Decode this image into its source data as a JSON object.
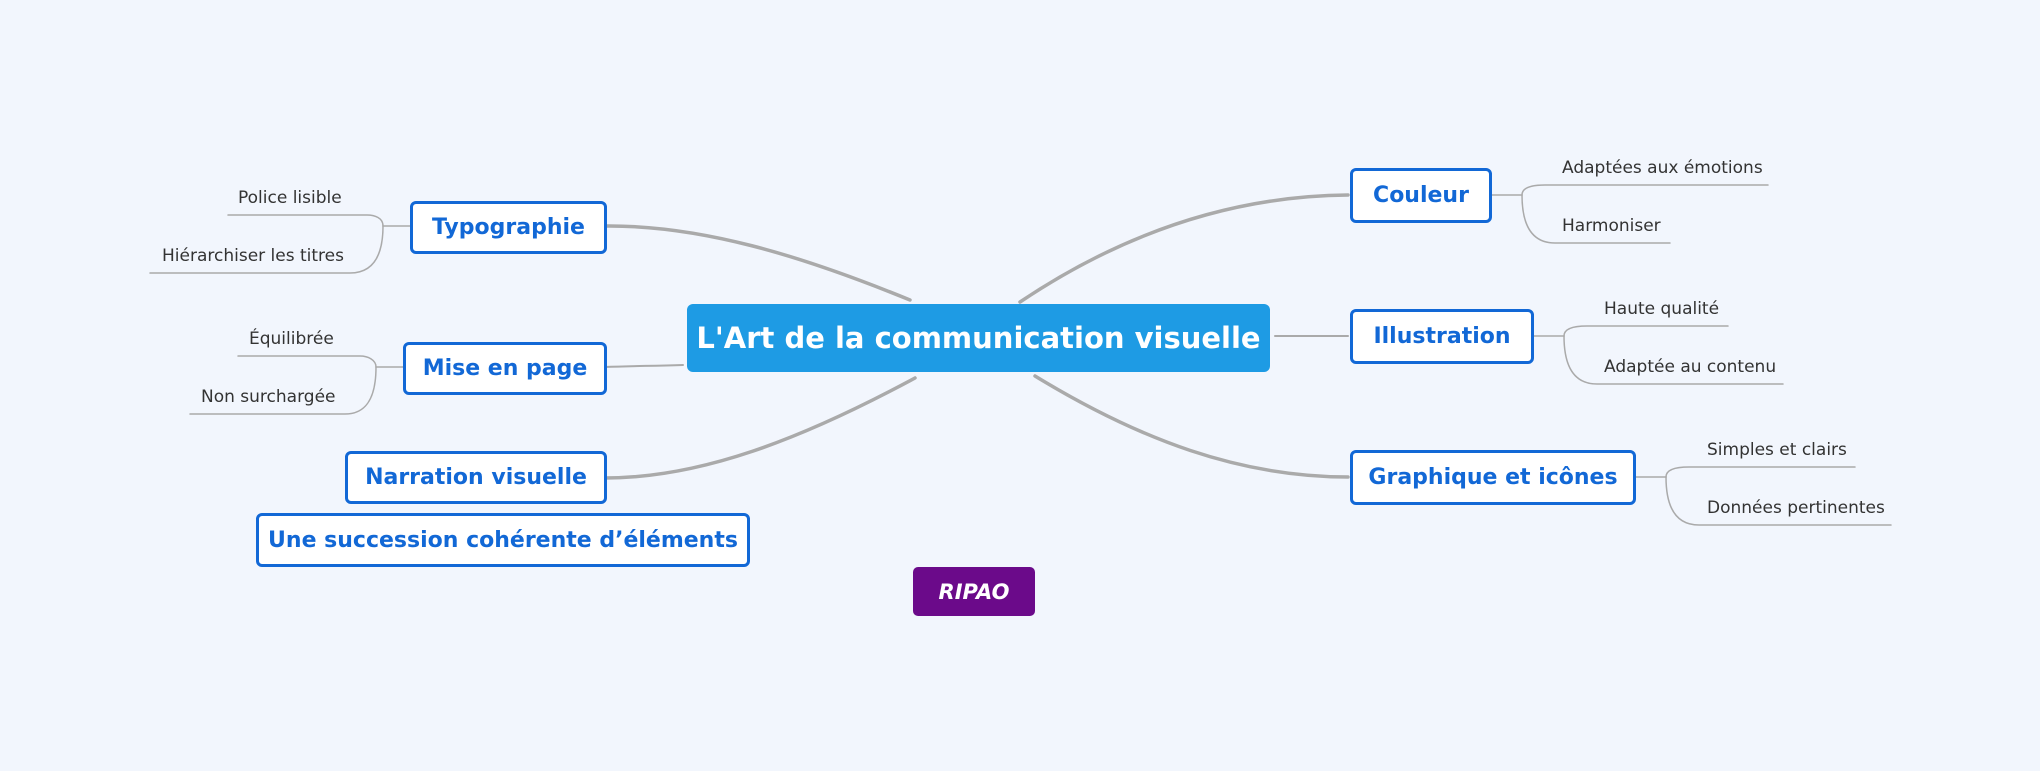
{
  "map": {
    "central_topic": "L'Art de la communication visuelle",
    "badge": "RIPAO",
    "left_branches": [
      {
        "label": "Typographie",
        "children": [
          "Police lisible",
          "Hiérarchiser les titres"
        ]
      },
      {
        "label": "Mise en page",
        "children": [
          "Équilibrée",
          "Non surchargée"
        ]
      },
      {
        "label": "Narration visuelle",
        "children": []
      }
    ],
    "right_branches": [
      {
        "label": "Couleur",
        "children": [
          "Adaptées aux émotions",
          "Harmoniser"
        ]
      },
      {
        "label": "Illustration",
        "children": [
          "Haute qualité",
          "Adaptée au contenu"
        ]
      },
      {
        "label": "Graphique et icônes",
        "children": [
          "Simples et clairs",
          "Données pertinentes"
        ]
      }
    ],
    "floating_topic": "Une succession cohérente d’éléments"
  },
  "colors": {
    "background": "#f2f6fd",
    "central_fill": "#1e9be4",
    "topic_border": "#1268d6",
    "topic_text": "#1268d6",
    "connector": "#aaaaaa",
    "badge_fill": "#6b0a8a"
  }
}
